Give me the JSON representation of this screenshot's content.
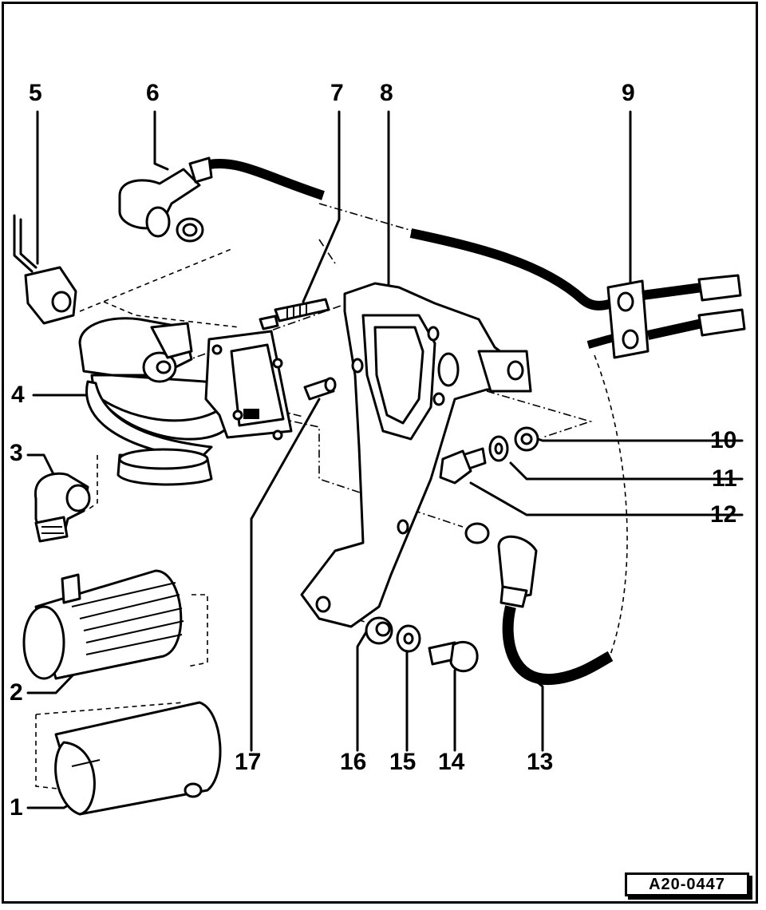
{
  "labels": [
    "1",
    "2",
    "3",
    "4",
    "5",
    "6",
    "7",
    "8",
    "9",
    "10",
    "11",
    "12",
    "13",
    "14",
    "15",
    "16",
    "17"
  ],
  "reference": "A20-0447"
}
